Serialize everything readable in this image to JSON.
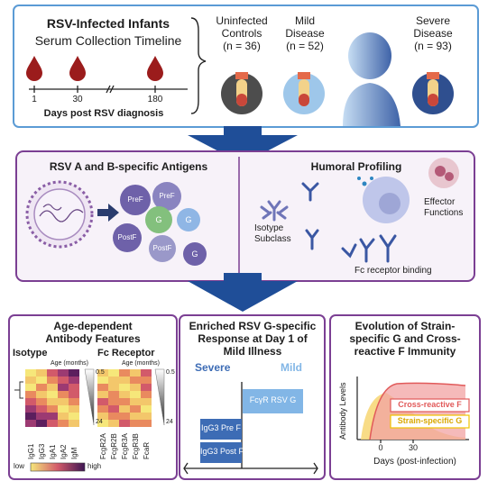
{
  "top": {
    "title_line1": "RSV-Infected Infants",
    "title_line2": "Serum Collection Timeline",
    "timeline_ticks": [
      "1",
      "30",
      "180"
    ],
    "timeline_caption": "Days post RSV diagnosis",
    "groups": [
      {
        "name_line1": "Uninfected",
        "name_line2": "Controls",
        "n": "(n = 36)"
      },
      {
        "name_line1": "Mild",
        "name_line2": "Disease",
        "n": "(n = 52)"
      },
      {
        "name_line1": "Severe",
        "name_line2": "Disease",
        "n": "(n = 93)"
      }
    ]
  },
  "antigens": {
    "title": "RSV A and B-specific Antigens",
    "blob_labels": [
      "PreF",
      "PreF",
      "G",
      "G",
      "PostF",
      "PostF",
      "G"
    ]
  },
  "profiling": {
    "title": "Humoral Profiling",
    "isotype_line1": "Isotype",
    "isotype_line2": "Subclass",
    "effector_line1": "Effector",
    "effector_line2": "Functions",
    "fc_binding": "Fc receptor binding"
  },
  "panel_age": {
    "title_line1": "Age-dependent",
    "title_line2": "Antibody Features",
    "isotype_label": "Isotype",
    "fc_label": "Fc Receptor",
    "age_label": "Age (months)",
    "age_top": "0.5",
    "age_bottom": "24",
    "isotype_cols": [
      "IgG1",
      "IgG3",
      "IgA1",
      "IgA2",
      "IgM"
    ],
    "fc_cols": [
      "FcgR2A",
      "FcgR2B",
      "FcgR3A",
      "FcgR3B",
      "FcaR"
    ],
    "legend_low": "low",
    "legend_high": "high"
  },
  "panel_g": {
    "title_line1": "Enriched RSV G-specific",
    "title_line2": "Response at Day 1 of",
    "title_line3": "Mild Illness",
    "severe_label": "Severe",
    "mild_label": "Mild",
    "bars": [
      "FcγR RSV G",
      "IgG3 Pre F",
      "IgG3 Post F"
    ]
  },
  "panel_evo": {
    "title_line1": "Evolution of Strain-",
    "title_line2": "specific G and Cross-",
    "title_line3": "reactive F Immunity",
    "ylabel": "Antibody Levels",
    "xlabel": "Days (post-infection)",
    "x_ticks": [
      "0",
      "30"
    ],
    "legend_cross": "Cross-reactive F",
    "legend_strain": "Strain-specific G"
  },
  "colors": {
    "top_border": "#5b9bd5",
    "purple_border": "#7b3f93",
    "arrow_blue": "#1f4e98",
    "bar_blue": "#3d6cb5",
    "bar_light": "#82b6e6",
    "cross_red": "#e15a5a",
    "strain_yellow": "#f0c400"
  }
}
